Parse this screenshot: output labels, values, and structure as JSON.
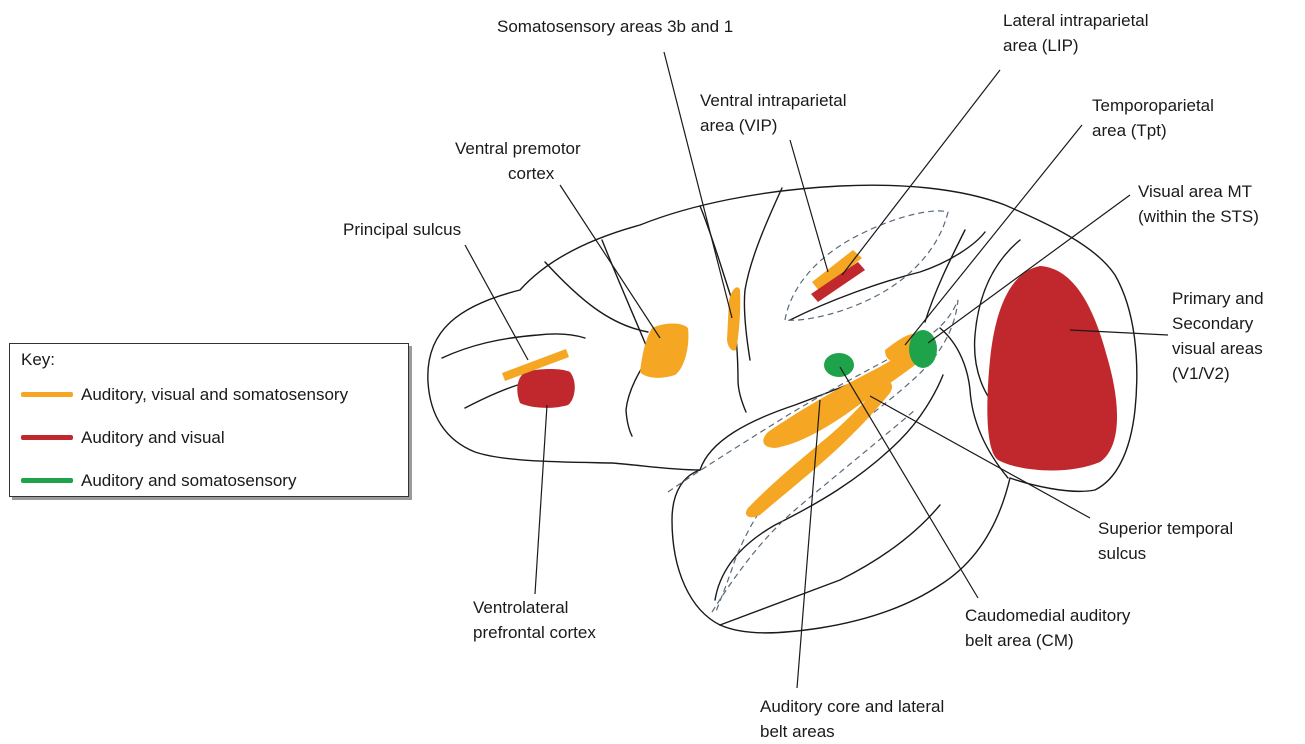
{
  "colors": {
    "auditory_visual_somatosensory": "#F5A623",
    "auditory_visual": "#C0282D",
    "auditory_somatosensory": "#1FA34A",
    "outline": "#1a1a1a",
    "sulcus_dashed": "#5a6a7a"
  },
  "key": {
    "title": "Key:",
    "items": [
      {
        "label": "Auditory, visual and somatosensory",
        "color": "#F5A623"
      },
      {
        "label": "Auditory and visual",
        "color": "#C0282D"
      },
      {
        "label": "Auditory and somatosensory",
        "color": "#1FA34A"
      }
    ]
  },
  "labels": {
    "somatosensory_3b1": [
      "Somatosensory areas 3b and 1"
    ],
    "lip": [
      "Lateral intraparietal",
      "area (LIP)"
    ],
    "vip": [
      "Ventral intraparietal",
      "area (VIP)"
    ],
    "tpt": [
      "Temporoparietal",
      "area (Tpt)"
    ],
    "ventral_premotor": [
      "Ventral premotor",
      "cortex"
    ],
    "mt": [
      "Visual area MT",
      "(within the STS)"
    ],
    "principal_sulcus": [
      "Principal sulcus"
    ],
    "v1v2": [
      "Primary and",
      "Secondary",
      "visual areas",
      "(V1/V2)"
    ],
    "sts": [
      "Superior temporal",
      "sulcus"
    ],
    "vlpfc": [
      "Ventrolateral",
      "prefrontal cortex"
    ],
    "cm": [
      "Caudomedial auditory",
      "belt area (CM)"
    ],
    "auditory_core": [
      "Auditory core and lateral",
      "belt areas"
    ]
  }
}
